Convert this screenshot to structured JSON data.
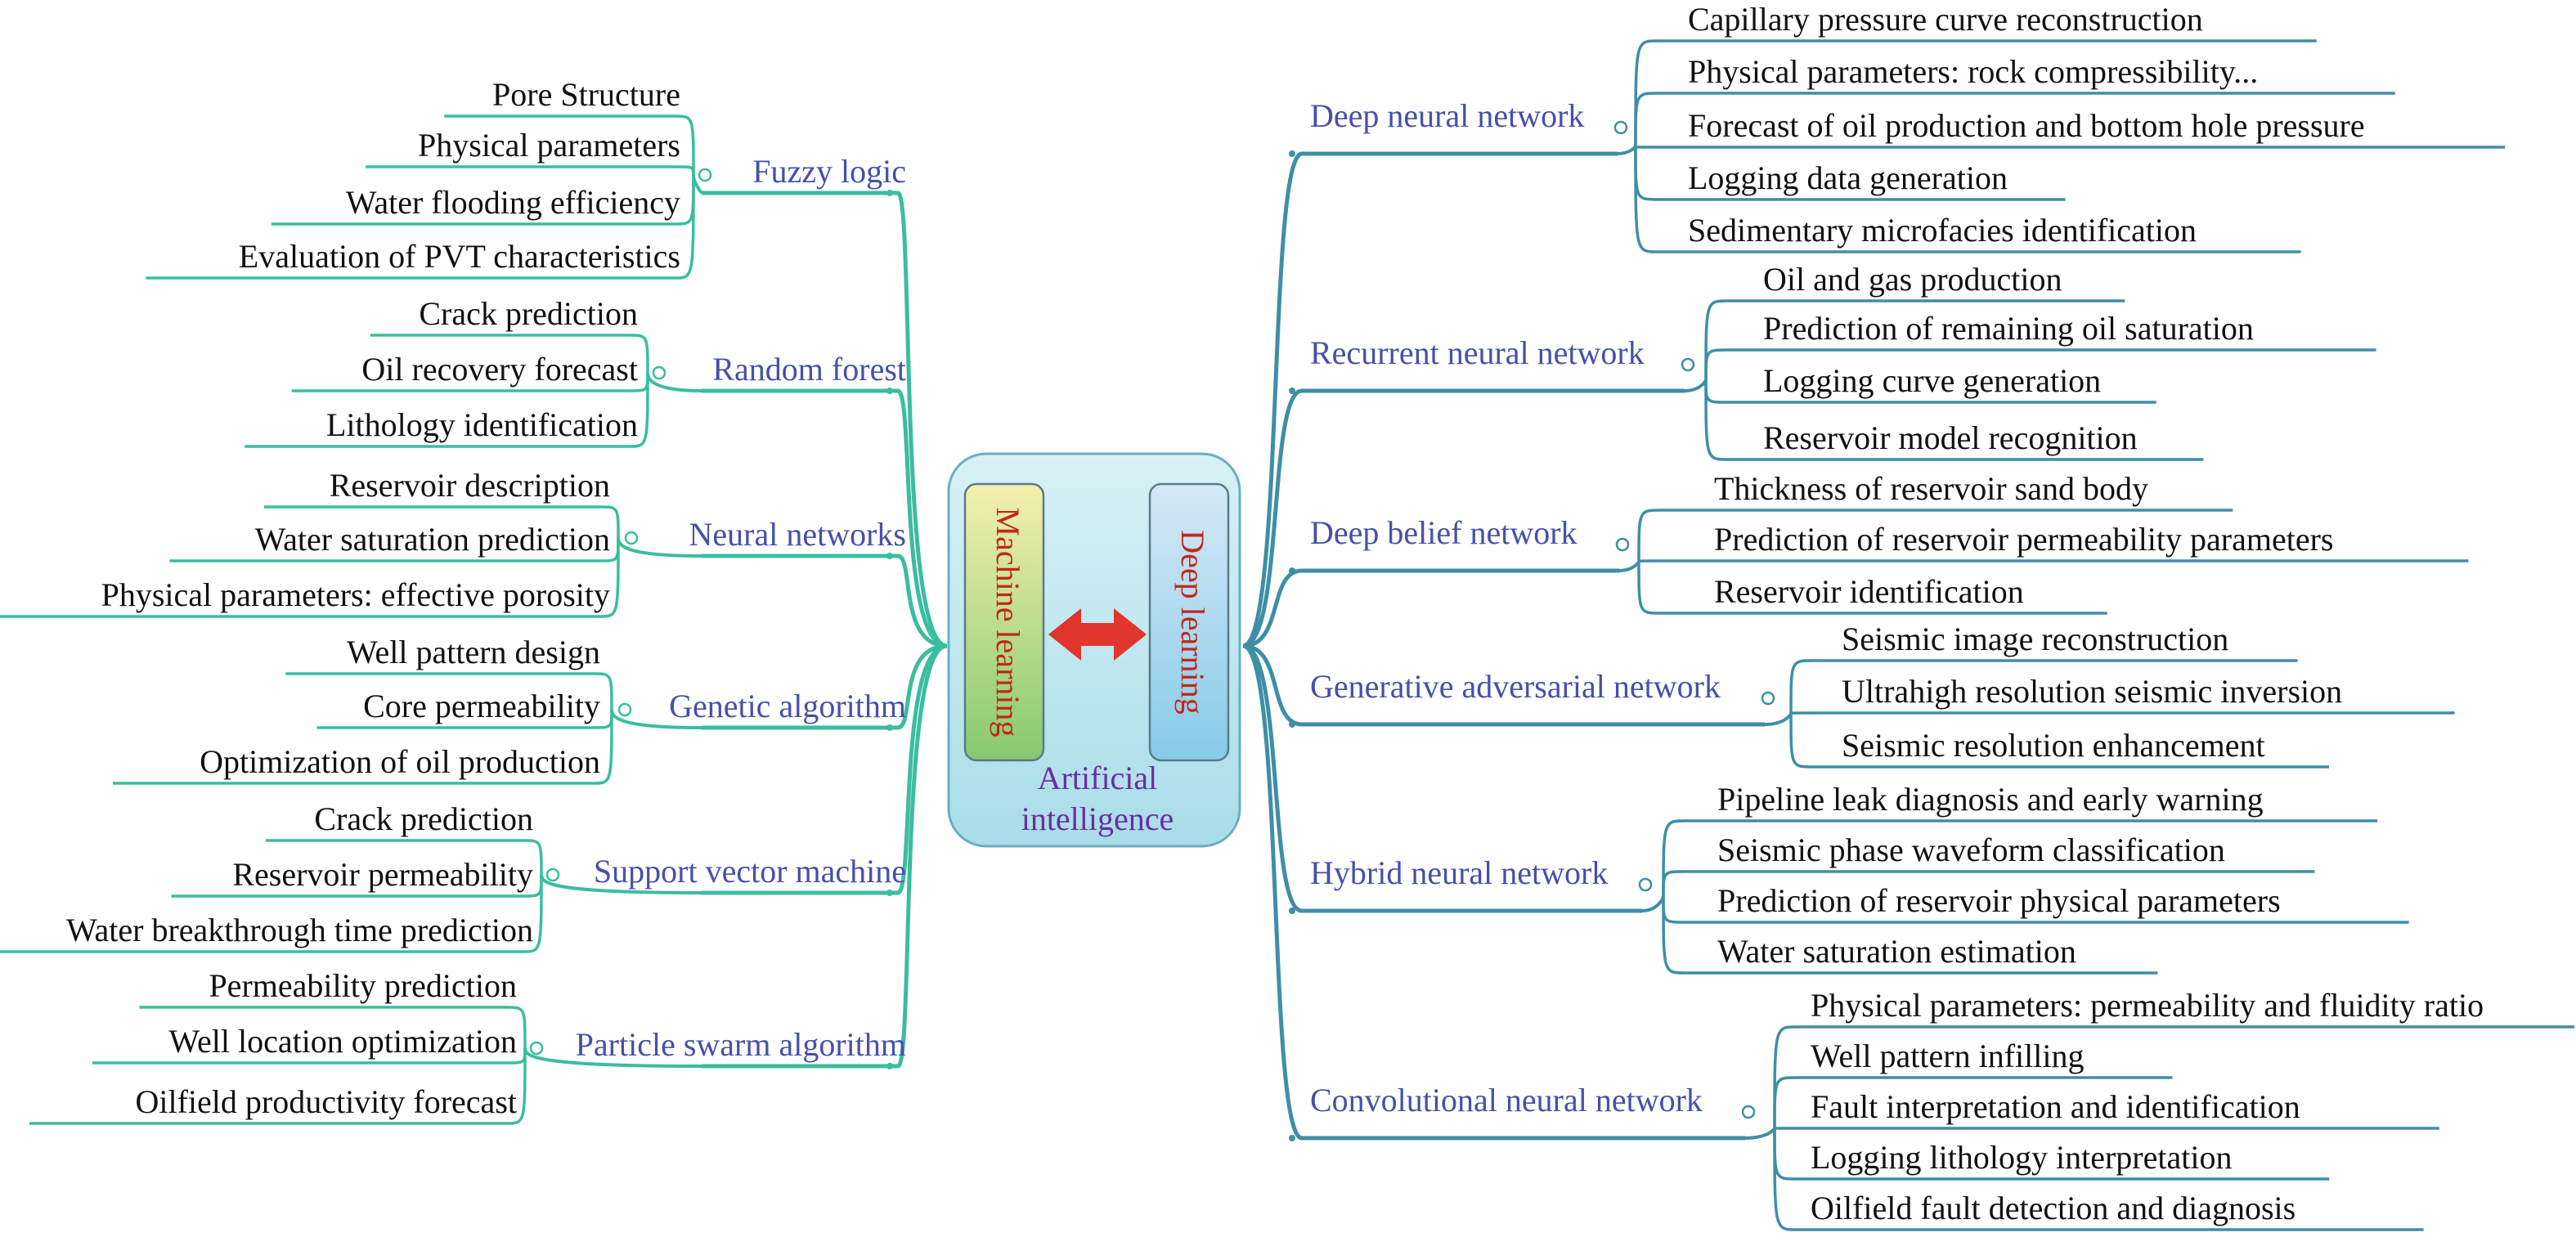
{
  "colors": {
    "left_branch": "#3bbd9f",
    "right_branch": "#3f8ea7",
    "branch_text": "#4551a8",
    "leaf_text": "#111111",
    "center_text": "#6a2ea3",
    "deep_ml_text": "#c0281b",
    "arrow": "#e0362b"
  },
  "center": {
    "title": "Artificial intelligence",
    "left_box": "Machine learning",
    "right_box": "Deep learning"
  },
  "left_branches": [
    {
      "label": "Fuzzy logic",
      "items": [
        "Pore Structure",
        "Physical parameters",
        "Water flooding efficiency",
        "Evaluation of PVT characteristics"
      ]
    },
    {
      "label": "Random forest",
      "items": [
        "Crack prediction",
        "Oil recovery forecast",
        "Lithology identification"
      ]
    },
    {
      "label": "Neural networks",
      "items": [
        "Reservoir description",
        "Water saturation prediction",
        "Physical parameters: effective porosity"
      ]
    },
    {
      "label": "Genetic algorithm",
      "items": [
        "Well pattern design",
        "Core permeability",
        "Optimization of oil production"
      ]
    },
    {
      "label": "Support vector machine",
      "items": [
        "Crack prediction",
        "Reservoir permeability",
        "Water breakthrough time prediction"
      ]
    },
    {
      "label": "Particle swarm algorithm",
      "items": [
        "Permeability prediction",
        "Well location optimization",
        "Oilfield productivity forecast"
      ]
    }
  ],
  "right_branches": [
    {
      "label": "Deep neural network",
      "items": [
        "Capillary pressure curve reconstruction",
        "Physical parameters: rock compressibility...",
        "Forecast of oil production and bottom hole pressure",
        "Logging data generation",
        "Sedimentary microfacies identification"
      ]
    },
    {
      "label": "Recurrent neural network",
      "items": [
        "Oil and gas production",
        "Prediction of remaining oil saturation",
        "Logging curve generation",
        "Reservoir model recognition"
      ]
    },
    {
      "label": "Deep belief network",
      "items": [
        "Thickness of reservoir sand body",
        "Prediction of reservoir permeability parameters",
        "Reservoir identification"
      ]
    },
    {
      "label": "Generative adversarial network",
      "items": [
        "Seismic image reconstruction",
        "Ultrahigh resolution seismic inversion",
        "Seismic resolution enhancement"
      ]
    },
    {
      "label": "Hybrid neural network",
      "items": [
        "Pipeline leak diagnosis and early warning",
        "Seismic phase waveform classification",
        "Prediction of reservoir physical parameters",
        "Water saturation estimation"
      ]
    },
    {
      "label": "Convolutional neural network",
      "items": [
        "Physical parameters: permeability and fluidity ratio",
        "Well pattern infilling",
        "Fault interpretation and identification",
        "Logging lithology interpretation",
        "Oilfield fault detection and diagnosis"
      ]
    }
  ]
}
